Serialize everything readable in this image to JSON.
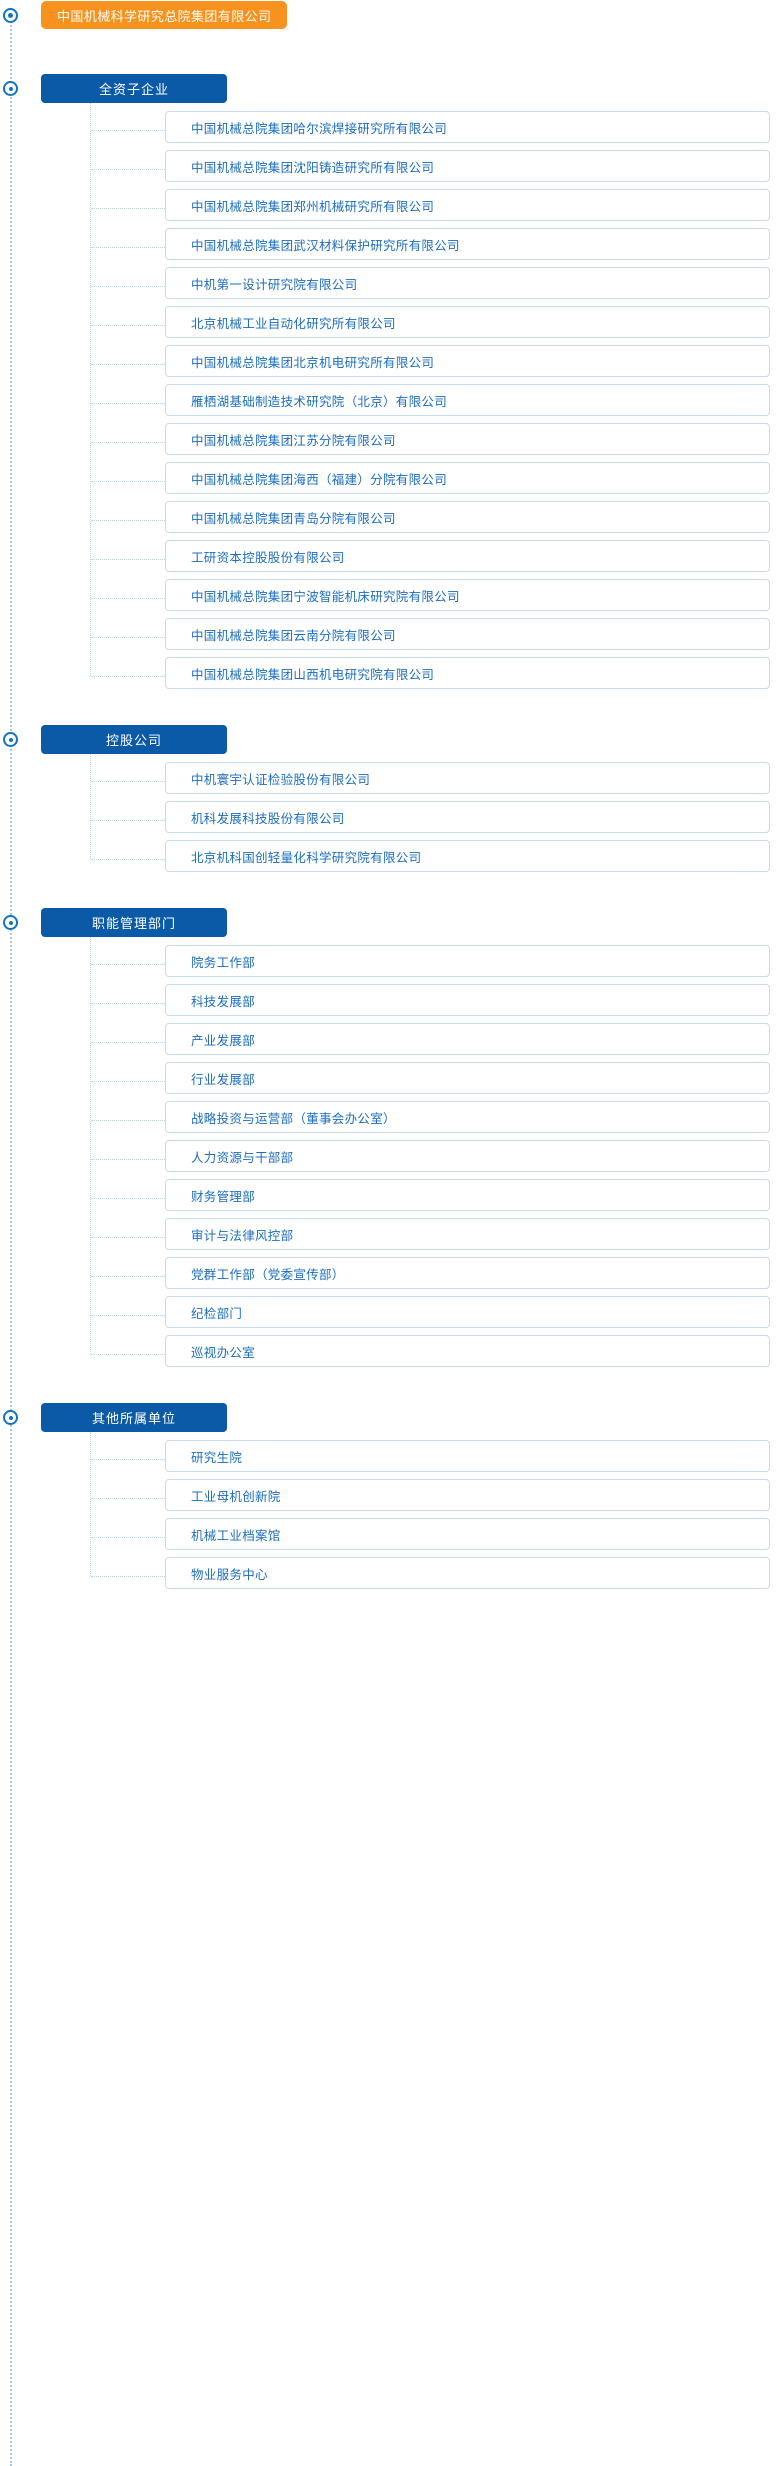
{
  "root": {
    "label": "中国机械科学研究总院集团有限公司",
    "color": "#f7921e",
    "marker_icon": "target-dot-icon"
  },
  "theme": {
    "section_header_color": "#0b5aa8",
    "item_text_color": "#1b6dc1",
    "item_border_color": "#c6dbef",
    "connector_color": "#b9d2ea",
    "marker_color": "#1273c4"
  },
  "sections": [
    {
      "title": "全资子企业",
      "items": [
        {
          "label": "中国机械总院集团哈尔滨焊接研究所有限公司"
        },
        {
          "label": "中国机械总院集团沈阳铸造研究所有限公司"
        },
        {
          "label": "中国机械总院集团郑州机械研究所有限公司"
        },
        {
          "label": "中国机械总院集团武汉材料保护研究所有限公司"
        },
        {
          "label": "中机第一设计研究院有限公司"
        },
        {
          "label": "北京机械工业自动化研究所有限公司"
        },
        {
          "label": "中国机械总院集团北京机电研究所有限公司"
        },
        {
          "label": "雁栖湖基础制造技术研究院（北京）有限公司"
        },
        {
          "label": "中国机械总院集团江苏分院有限公司"
        },
        {
          "label": "中国机械总院集团海西（福建）分院有限公司"
        },
        {
          "label": "中国机械总院集团青岛分院有限公司"
        },
        {
          "label": "工研资本控股股份有限公司"
        },
        {
          "label": "中国机械总院集团宁波智能机床研究院有限公司"
        },
        {
          "label": "中国机械总院集团云南分院有限公司"
        },
        {
          "label": "中国机械总院集团山西机电研究院有限公司"
        }
      ]
    },
    {
      "title": "控股公司",
      "items": [
        {
          "label": "中机寰宇认证检验股份有限公司"
        },
        {
          "label": "机科发展科技股份有限公司"
        },
        {
          "label": "北京机科国创轻量化科学研究院有限公司"
        }
      ]
    },
    {
      "title": "职能管理部门",
      "items": [
        {
          "label": "院务工作部"
        },
        {
          "label": "科技发展部"
        },
        {
          "label": "产业发展部"
        },
        {
          "label": "行业发展部"
        },
        {
          "label": "战略投资与运营部（董事会办公室）"
        },
        {
          "label": "人力资源与干部部"
        },
        {
          "label": "财务管理部"
        },
        {
          "label": "审计与法律风控部"
        },
        {
          "label": "党群工作部（党委宣传部）"
        },
        {
          "label": "纪检部门"
        },
        {
          "label": "巡视办公室"
        }
      ]
    },
    {
      "title": "其他所属单位",
      "items": [
        {
          "label": "研究生院"
        },
        {
          "label": "工业母机创新院"
        },
        {
          "label": "机械工业档案馆"
        },
        {
          "label": "物业服务中心"
        }
      ]
    }
  ]
}
